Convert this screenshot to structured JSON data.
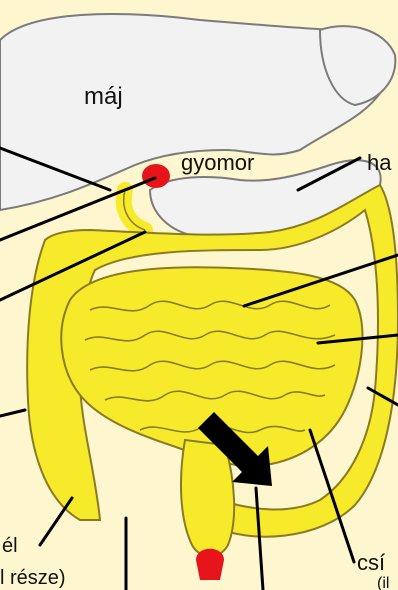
{
  "labels": {
    "liver": "máj",
    "stomach": "gyomor",
    "pancreas_cut": "ha",
    "colon_cut": "csí",
    "bottom_left_1": "él",
    "bottom_left_2": "l része)",
    "bottom_right_cut": "(il"
  },
  "colors": {
    "background": "#fdf6cf",
    "organ_white": "#f2f2f2",
    "intestine_yellow": "#f7ea2a",
    "outline": "#8a7b22",
    "red": "#e8141b",
    "pointer": "#000000"
  },
  "icons": {
    "arrow": "direction-arrow"
  }
}
